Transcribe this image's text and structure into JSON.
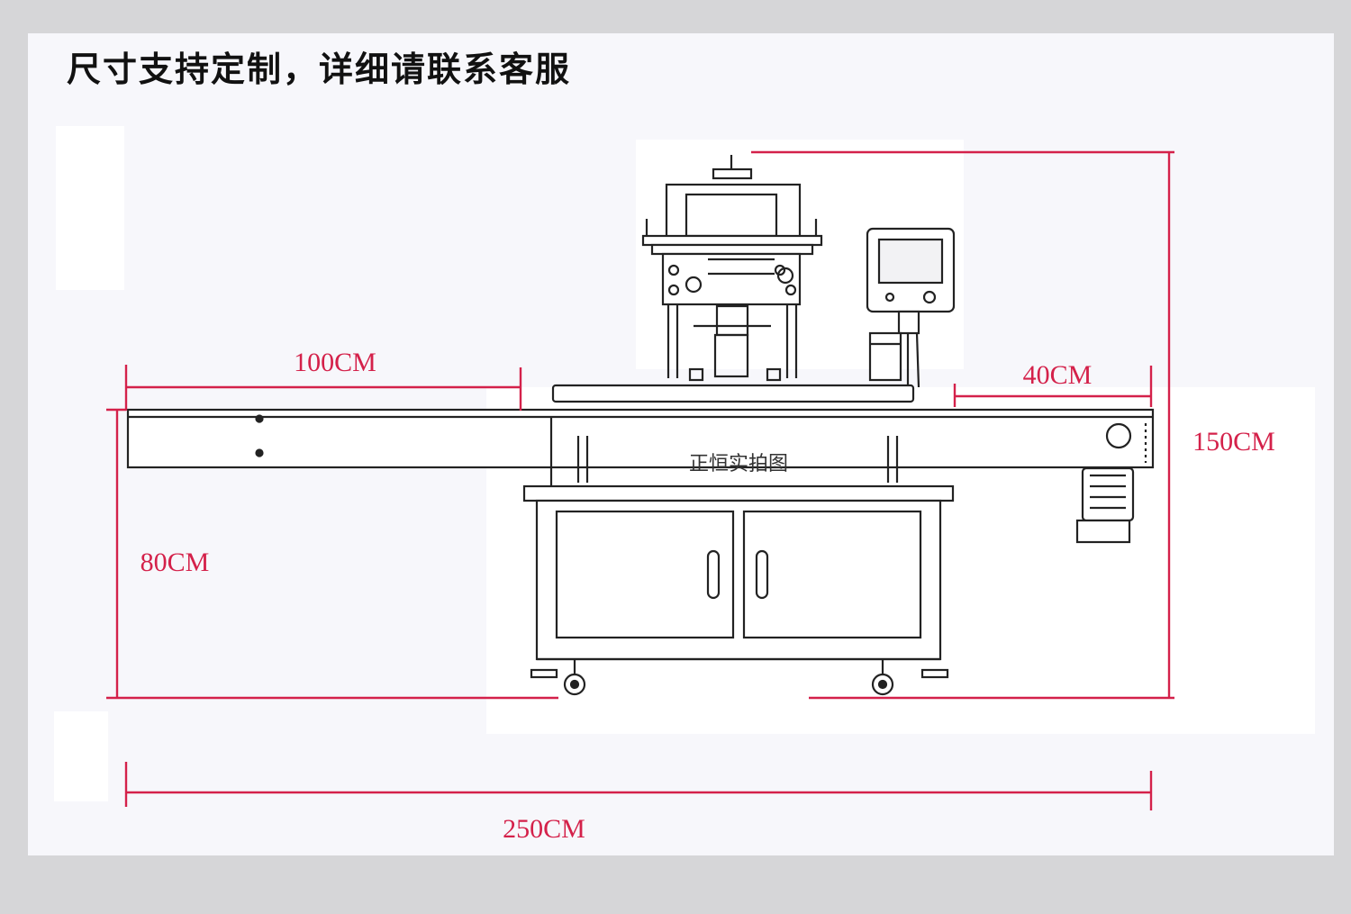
{
  "title": "尺寸支持定制，详细请联系客服",
  "watermark": "正恒实拍图",
  "dimensions": {
    "conveyor_left_section": "100CM",
    "conveyor_right_section": "40CM",
    "total_height": "150CM",
    "table_height": "80CM",
    "total_length": "250CM"
  },
  "colors": {
    "dimension_line": "#d4214a",
    "machine_line": "#222222",
    "background": "#f7f7fb",
    "frame": "#d6d6d8"
  }
}
